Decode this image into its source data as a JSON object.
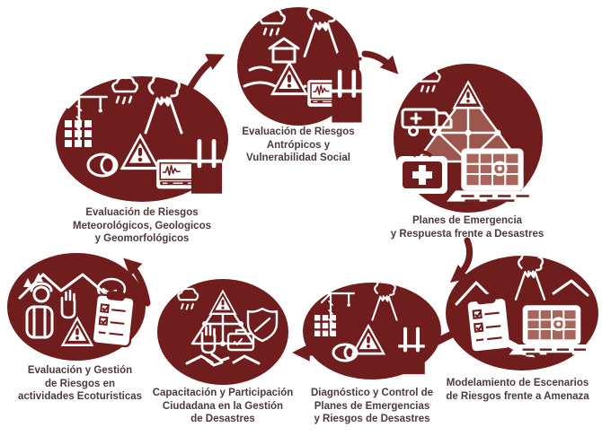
{
  "diagram": {
    "type": "cycle-diagram",
    "language": "es",
    "colors": {
      "illustration": "#6f1d1d",
      "accent": "#a8655b",
      "label_text": "#4f3a3a",
      "background": "#ffffff"
    },
    "nodes": [
      {
        "id": "riesgos-antropicos",
        "lines": [
          "Evaluación de Riesgos",
          "Antrópicos y",
          "Vulnerabilidad Social"
        ],
        "icons": [
          "storm-cloud-icon",
          "volcano-eruption-icon",
          "house-icon",
          "warning-triangle-icon",
          "seismograph-monitor-icon",
          "field-worker-icon"
        ]
      },
      {
        "id": "riesgos-meteorologicos",
        "lines": [
          "Evaluación de Riesgos",
          "Meteorológicos, Geologicos",
          "y Geomorfológicos"
        ],
        "icons": [
          "construction-crane-icon",
          "building-icon",
          "storm-cloud-icon",
          "volcano-eruption-icon",
          "landslide-drum-icon",
          "warning-triangle-icon",
          "seismograph-monitor-icon",
          "field-worker-icon"
        ]
      },
      {
        "id": "planes-emergencia",
        "lines": [
          "Planes de Emergencia",
          "y Respuesta frente a"
        ],
        "bold_word": "Desastres",
        "icons": [
          "warning-triangle-icon",
          "network-pyramid-icon",
          "storm-cloud-icon",
          "ambulance-icon",
          "first-aid-kit-icon",
          "laptop-map-icon"
        ]
      },
      {
        "id": "modelamiento-escenarios",
        "lines": [
          "Modelamiento de Escenarios",
          "de Riesgos frente a Amenaza"
        ],
        "icons": [
          "volcano-eruption-icon",
          "mountains-icon",
          "checklist-clipboard-icon",
          "pencil-icon",
          "laptop-map-icon"
        ]
      },
      {
        "id": "diagnostico-control",
        "lines": [
          "Diagnóstico y Control de",
          "Planes de Emergencias",
          "y Riesgos de Desastres"
        ],
        "icons": [
          "construction-crane-icon",
          "building-icon",
          "volcano-eruption-icon",
          "warning-triangle-icon",
          "megaphone-icon",
          "field-worker-icon"
        ]
      },
      {
        "id": "capacitacion-ciudadana",
        "lines": [
          "Capacitación y Participación",
          "Ciudadana en la Gestión",
          "de Desastres"
        ],
        "icons": [
          "warning-triangle-icon",
          "network-pyramid-icon",
          "storm-cloud-icon",
          "shield-icon",
          "raised-hand-icon",
          "briefcase-icon",
          "handshake-icon"
        ]
      },
      {
        "id": "ecoturismo",
        "lines": [
          "Evaluación y Gestión",
          "de Riesgos en",
          "actividades Ecoturisticas"
        ],
        "icons": [
          "mountains-icon",
          "trees-icon",
          "hiker-backpack-icon",
          "raised-hand-icon",
          "warning-triangle-icon",
          "checklist-clipboard-icon"
        ]
      }
    ],
    "arrows": [
      {
        "from": "riesgos-meteorologicos",
        "to": "riesgos-antropicos",
        "style": "solid-curved"
      },
      {
        "from": "riesgos-antropicos",
        "to": "planes-emergencia",
        "style": "solid-curved"
      },
      {
        "from": "planes-emergencia",
        "to": "modelamiento-escenarios",
        "style": "solid-curved"
      },
      {
        "from": "modelamiento-escenarios",
        "to": "diagnostico-control",
        "style": "dashed"
      },
      {
        "from": "diagnostico-control",
        "to": "capacitacion-ciudadana",
        "style": "solid-straight"
      },
      {
        "from": "ecoturismo",
        "to": "riesgos-meteorologicos",
        "style": "solid-curved"
      }
    ]
  }
}
